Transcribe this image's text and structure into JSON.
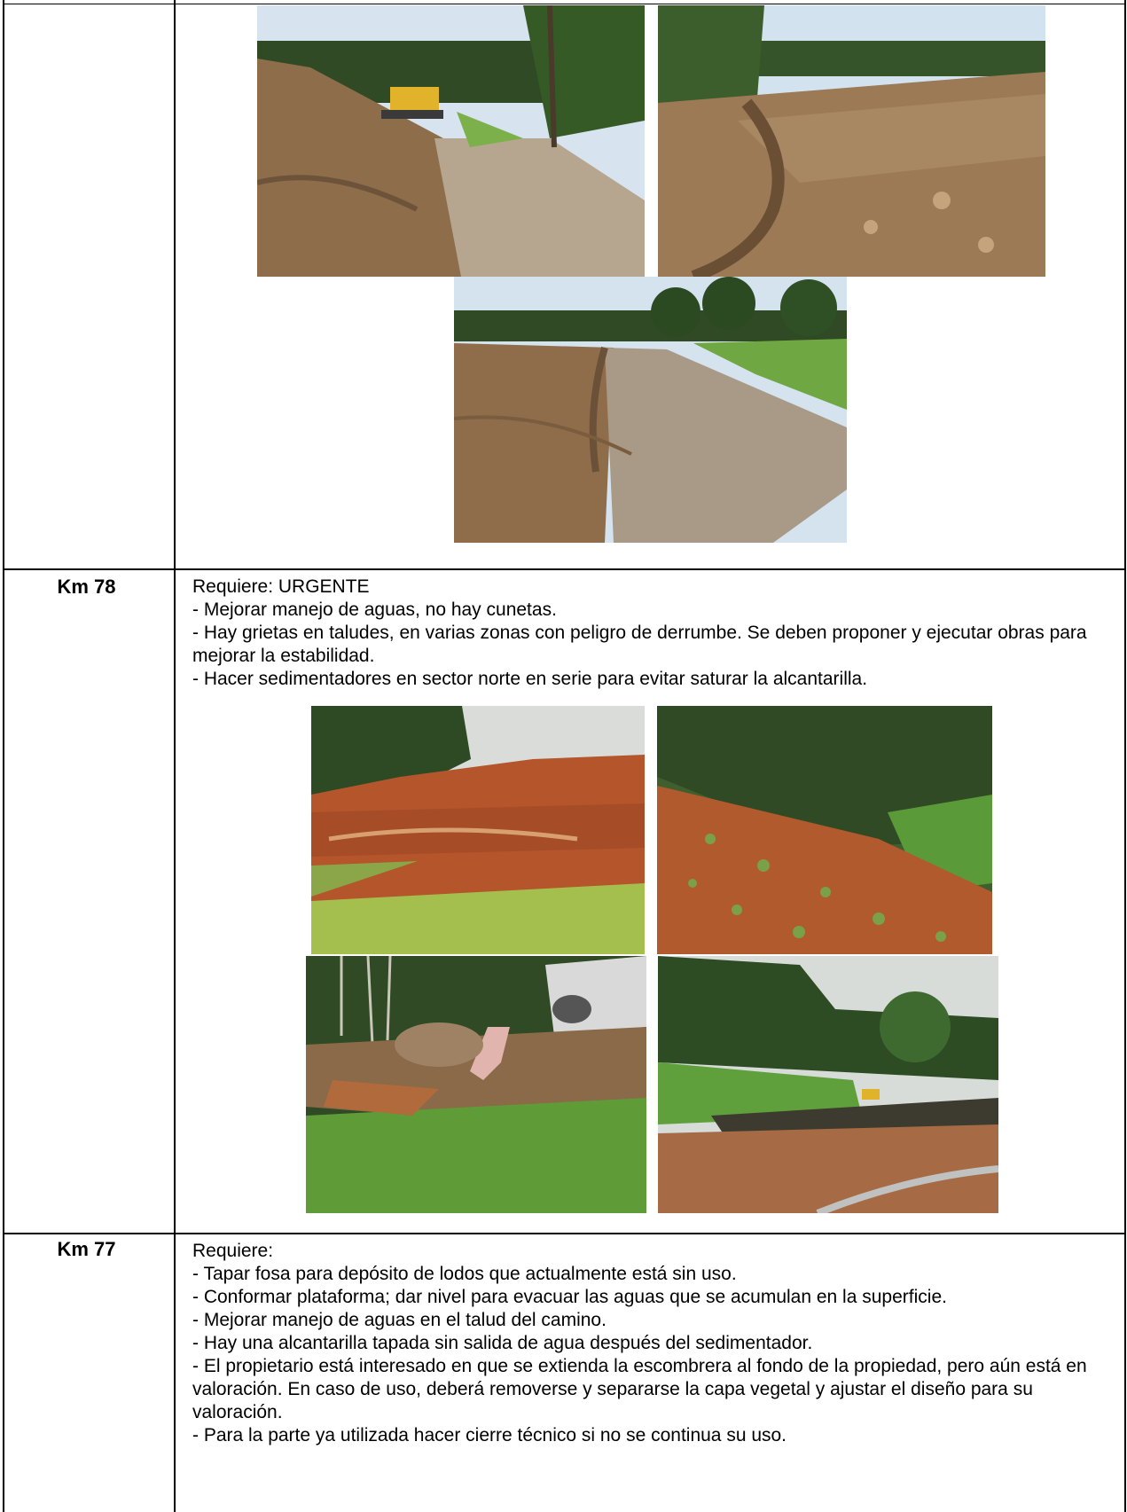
{
  "rows": [
    {
      "km": "",
      "photos": [
        {
          "name": "excavator-road-slope-photo"
        },
        {
          "name": "drainage-channel-slope-photo"
        },
        {
          "name": "road-slope-field-photo"
        }
      ]
    },
    {
      "km": "Km 78",
      "lines": [
        "Requiere: URGENTE",
        "- Mejorar manejo de aguas, no hay cunetas.",
        "- Hay grietas en taludes, en varias zonas con peligro de derrumbe. Se deben proponer y ejecutar obras para mejorar la estabilidad.",
        "- Hacer sedimentadores en sector norte en serie para evitar saturar la alcantarilla."
      ],
      "photos": [
        {
          "name": "red-soil-slope-photo"
        },
        {
          "name": "vegetated-slope-photo"
        },
        {
          "name": "culvert-outlet-photo"
        },
        {
          "name": "sediment-pond-photo"
        }
      ]
    },
    {
      "km": "Km 77",
      "lines": [
        "Requiere:",
        "- Tapar fosa para depósito de lodos que actualmente está sin uso.",
        "- Conformar plataforma; dar nivel para evacuar las aguas que se acumulan en la superficie.",
        "- Mejorar manejo de aguas en el talud del camino.",
        "- Hay una alcantarilla tapada sin salida de agua después del sedimentador.",
        "- El propietario está interesado en que se extienda la escombrera al fondo de la propiedad, pero aún está en valoración. En caso de uso, deberá removerse y separarse la capa vegetal y ajustar el diseño para su valoración.",
        "- Para la parte ya utilizada hacer cierre técnico si no se continua su uso."
      ]
    }
  ],
  "colors": {
    "border": "#000000",
    "sky": "#cfe0ee",
    "soil_brown": "#9a7652",
    "red_soil": "#b4552c",
    "grass": "#6f9a3e",
    "forest": "#2f4a24"
  }
}
